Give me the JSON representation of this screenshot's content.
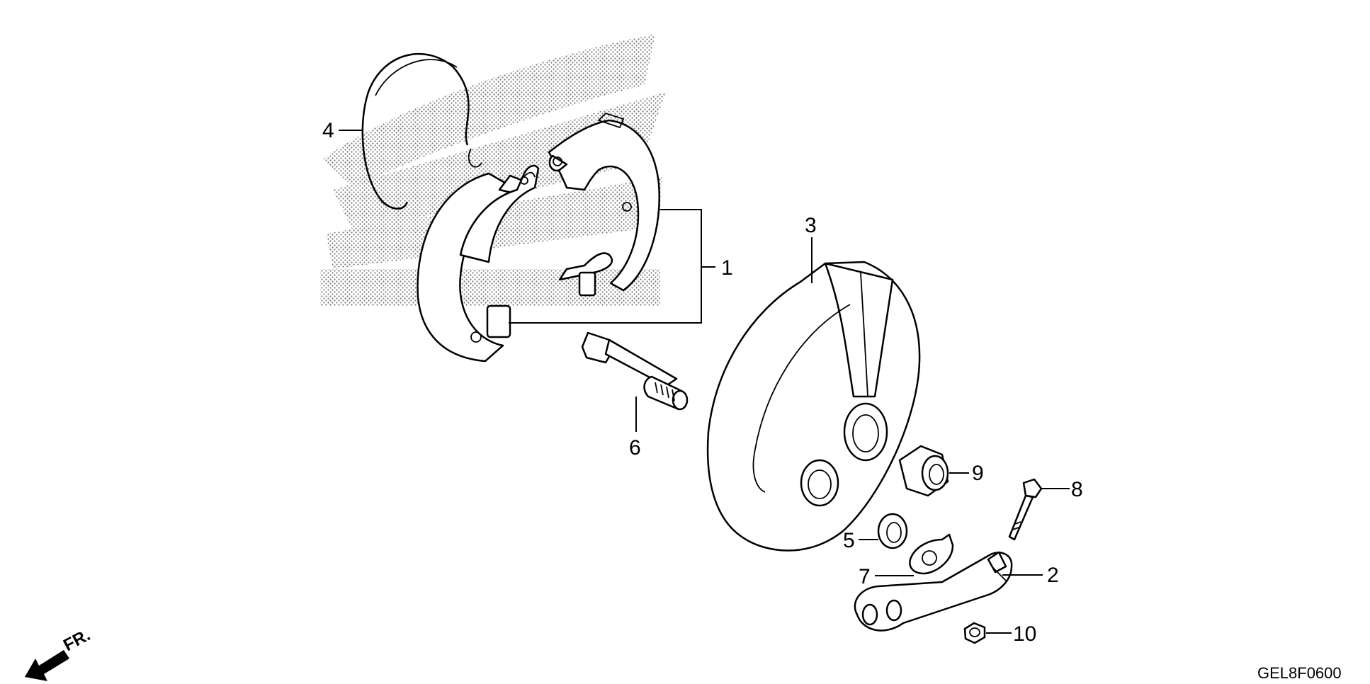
{
  "diagram": {
    "callouts": {
      "c1": "1",
      "c2": "2",
      "c3": "3",
      "c4": "4",
      "c5": "5",
      "c6": "6",
      "c7": "7",
      "c8": "8",
      "c9": "9",
      "c10": "10"
    },
    "direction_label": "FR.",
    "diagram_code": "GEL8F0600"
  }
}
